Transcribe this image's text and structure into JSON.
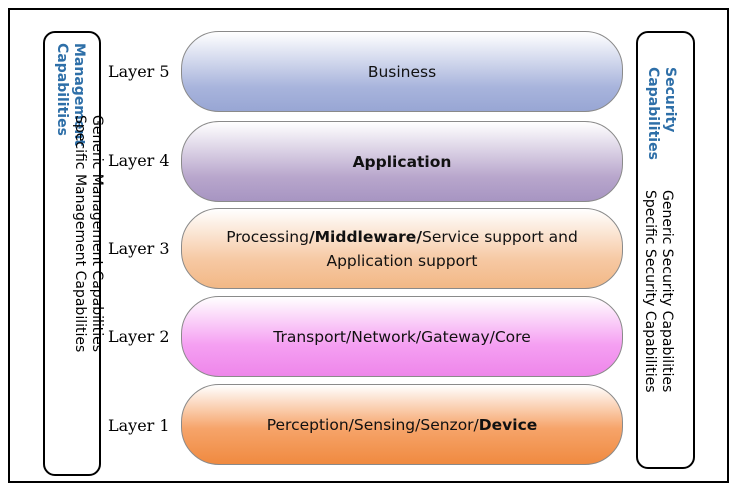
{
  "left_panel": {
    "title_line1": "Management",
    "title_line2": "Capabilities",
    "line3": "Generic Management Capabilities",
    "line4": "Specific Management Capabilities"
  },
  "right_panel": {
    "title_line1": "Security",
    "title_line2": "Capabilities",
    "line3": "Generic Security Capabilities",
    "line4": "Specific Security Capabilities"
  },
  "layers": [
    {
      "label": "Layer 5",
      "parts": [
        {
          "text": "Business",
          "bold": false
        }
      ]
    },
    {
      "label": "Layer 4",
      "parts": [
        {
          "text": "Application",
          "bold": true
        }
      ]
    },
    {
      "label": "Layer 3",
      "parts": [
        {
          "text": "Processing",
          "bold": false
        },
        {
          "text": "/Middleware/",
          "bold": true
        },
        {
          "text": "Service support and Application support",
          "bold": false
        }
      ]
    },
    {
      "label": "Layer 2",
      "parts": [
        {
          "text": "Transport/Network/Gateway/Core",
          "bold": false
        }
      ]
    },
    {
      "label": "Layer 1",
      "parts": [
        {
          "text": "Perception/Sensing/Senzor/",
          "bold": false
        },
        {
          "text": "Device",
          "bold": true
        }
      ]
    }
  ]
}
